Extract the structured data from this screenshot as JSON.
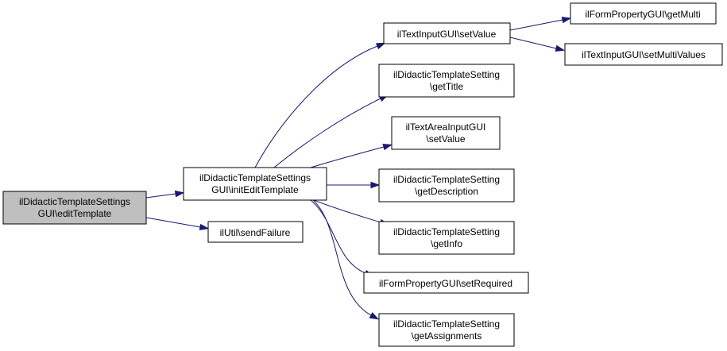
{
  "colors": {
    "edge": "#191970",
    "node_fill": "#ffffff",
    "highlight_fill": "#bfbfbf",
    "border": "#000000"
  },
  "nodes": {
    "edit_template": {
      "lines": [
        "ilDidacticTemplateSettings",
        "GUI\\editTemplate"
      ],
      "highlighted": true
    },
    "init_edit_template": {
      "lines": [
        "ilDidacticTemplateSettings",
        "GUI\\initEditTemplate"
      ]
    },
    "send_failure": {
      "lines": [
        "ilUtil\\sendFailure"
      ]
    },
    "text_input_set_value": {
      "lines": [
        "ilTextInputGUI\\setValue"
      ]
    },
    "get_multi": {
      "lines": [
        "ilFormPropertyGUI\\getMulti"
      ]
    },
    "set_multi_values": {
      "lines": [
        "ilTextInputGUI\\setMultiValues"
      ]
    },
    "get_title": {
      "lines": [
        "ilDidacticTemplateSetting",
        "\\getTitle"
      ]
    },
    "text_area_set_value": {
      "lines": [
        "ilTextAreaInputGUI",
        "\\setValue"
      ]
    },
    "get_description": {
      "lines": [
        "ilDidacticTemplateSetting",
        "\\getDescription"
      ]
    },
    "get_info": {
      "lines": [
        "ilDidacticTemplateSetting",
        "\\getInfo"
      ]
    },
    "set_required": {
      "lines": [
        "ilFormPropertyGUI\\setRequired"
      ]
    },
    "get_assignments": {
      "lines": [
        "ilDidacticTemplateSetting",
        "\\getAssignments"
      ]
    }
  },
  "edges": [
    {
      "from": "edit_template",
      "to": "init_edit_template"
    },
    {
      "from": "edit_template",
      "to": "send_failure"
    },
    {
      "from": "init_edit_template",
      "to": "text_input_set_value"
    },
    {
      "from": "init_edit_template",
      "to": "get_title"
    },
    {
      "from": "init_edit_template",
      "to": "text_area_set_value"
    },
    {
      "from": "init_edit_template",
      "to": "get_description"
    },
    {
      "from": "init_edit_template",
      "to": "get_info"
    },
    {
      "from": "init_edit_template",
      "to": "set_required"
    },
    {
      "from": "init_edit_template",
      "to": "get_assignments"
    },
    {
      "from": "text_input_set_value",
      "to": "get_multi"
    },
    {
      "from": "text_input_set_value",
      "to": "set_multi_values"
    }
  ]
}
